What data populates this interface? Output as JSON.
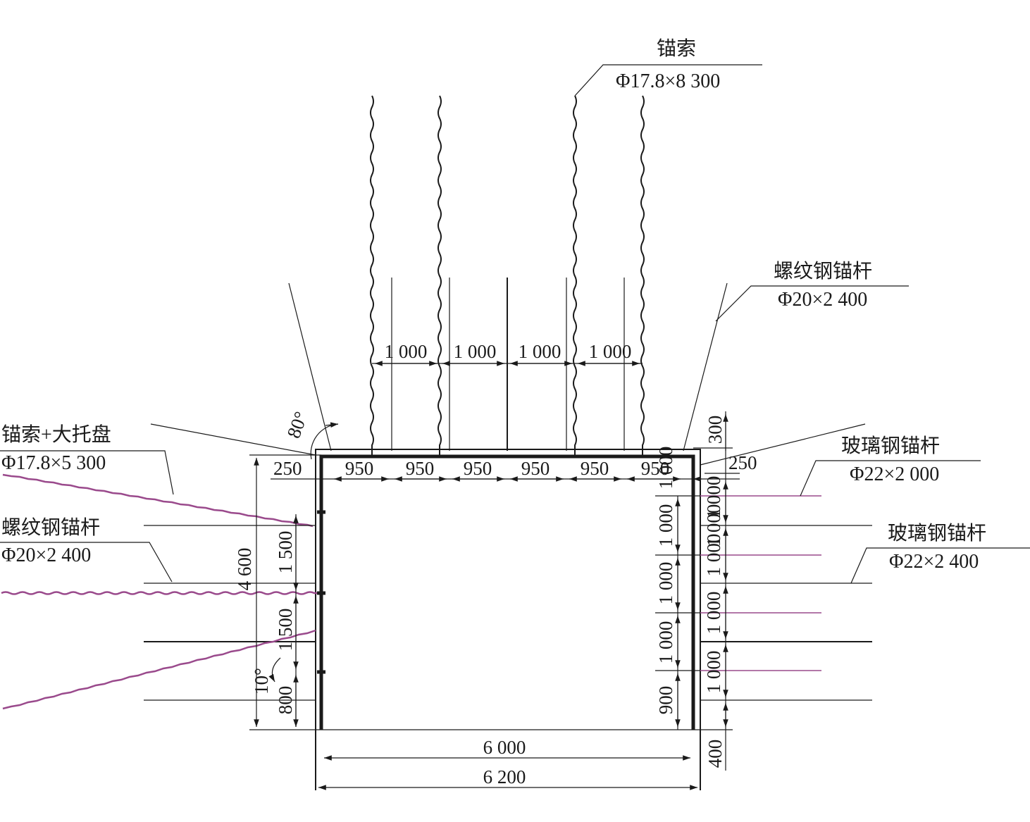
{
  "labels": {
    "cable_top": {
      "name": "锚索",
      "spec": "Φ17.8×8 300"
    },
    "rebar_top_right": {
      "name": "螺纹钢锚杆",
      "spec": "Φ20×2 400"
    },
    "cable_tray_left": {
      "name": "锚索+大托盘",
      "spec": "Φ17.8×5 300"
    },
    "rebar_left": {
      "name": "螺纹钢锚杆",
      "spec": "Φ20×2 400"
    },
    "frp_right_upper": {
      "name": "玻璃钢锚杆",
      "spec": "Φ22×2 000"
    },
    "frp_right_lower": {
      "name": "玻璃钢锚杆",
      "spec": "Φ22×2 400"
    }
  },
  "angles": {
    "top_left": "80°",
    "bottom_left": "10°"
  },
  "dims": {
    "cable_spacing": [
      "1 000",
      "1 000",
      "1 000",
      "1 000"
    ],
    "top_spacing": [
      "950",
      "950",
      "950",
      "950",
      "950",
      "950"
    ],
    "left_edge": "250",
    "right_edge": "250",
    "right_top": "300",
    "height_total": "4 600",
    "left_spacing": [
      "1 500",
      "1 500"
    ],
    "left_bottom": "800",
    "inner_right": [
      "1 000",
      "1 000",
      "1 000",
      "1 000"
    ],
    "inner_right_bottom": "900",
    "outer_right": [
      "1 000",
      "1 000",
      "1 000",
      "1 000",
      "1 000"
    ],
    "bottom_right": "400",
    "width_inner": "6 000",
    "width_outer": "6 200"
  }
}
